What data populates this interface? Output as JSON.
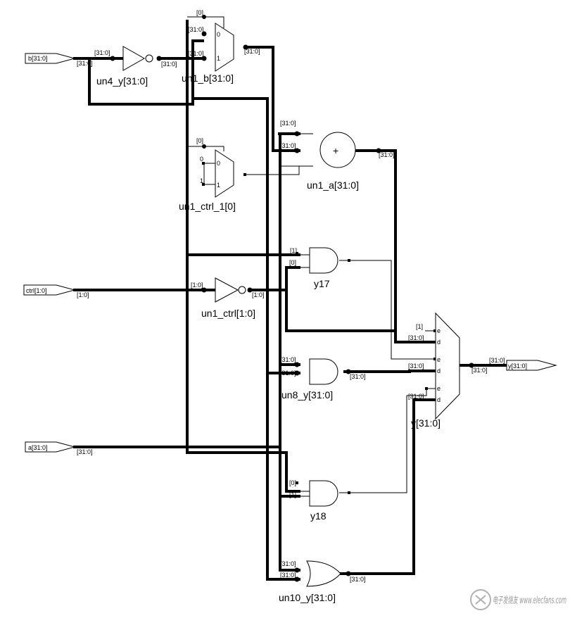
{
  "ports": {
    "b": "b[31:0]",
    "ctrl": "ctrl[1:0]",
    "a": "a[31:0]",
    "y": "y[31:0]"
  },
  "instances": {
    "un4_y": "un4_y[31:0]",
    "un1_b": "un1_b[31:0]",
    "un1_ctrl_1": "un1_ctrl_1[0]",
    "un1_a": "un1_a[31:0]",
    "y17": "y17",
    "un1_ctrl": "un1_ctrl[1:0]",
    "un8_y": "un8_y[31:0]",
    "y_mux": "y[31:0]",
    "y18": "y18",
    "un10_y": "un10_y[31:0]"
  },
  "symbols": {
    "adder": "+"
  },
  "bus_labels": {
    "r31_0": "[31:0]",
    "r1_0": "[1:0]",
    "b0": "[0]",
    "b1": "[1]",
    "c0": "0",
    "c1": "1"
  },
  "mux_inputs": {
    "e": "e",
    "d": "d"
  },
  "watermark": "电子发烧友 www.elecfans.com"
}
